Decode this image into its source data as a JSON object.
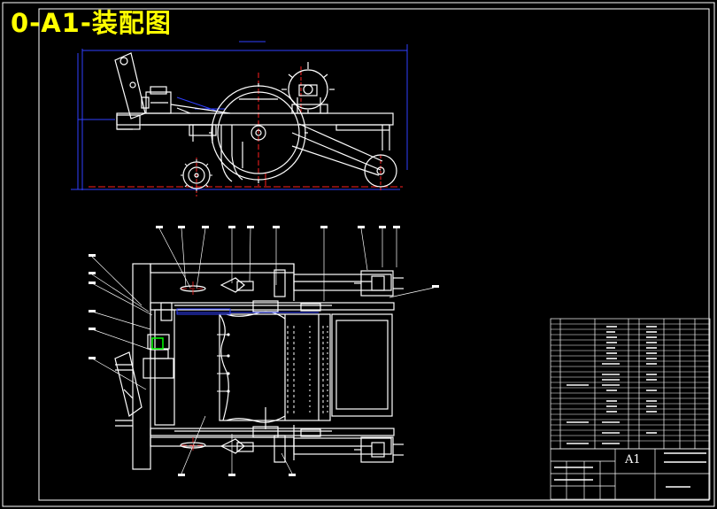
{
  "drawing": {
    "title": "0-A1-装配图",
    "sheet_size": "A1"
  },
  "colors": {
    "background": "#000000",
    "frame": "#ffffff",
    "geometry": "#ffffff",
    "dimension": "#3040ff",
    "centerline": "#ff2020",
    "highlight": "#00ff00",
    "title_text": "#ffff00"
  },
  "views": {
    "top_view": {
      "name": "elevation-view"
    },
    "bottom_view": {
      "name": "plan-view"
    }
  }
}
